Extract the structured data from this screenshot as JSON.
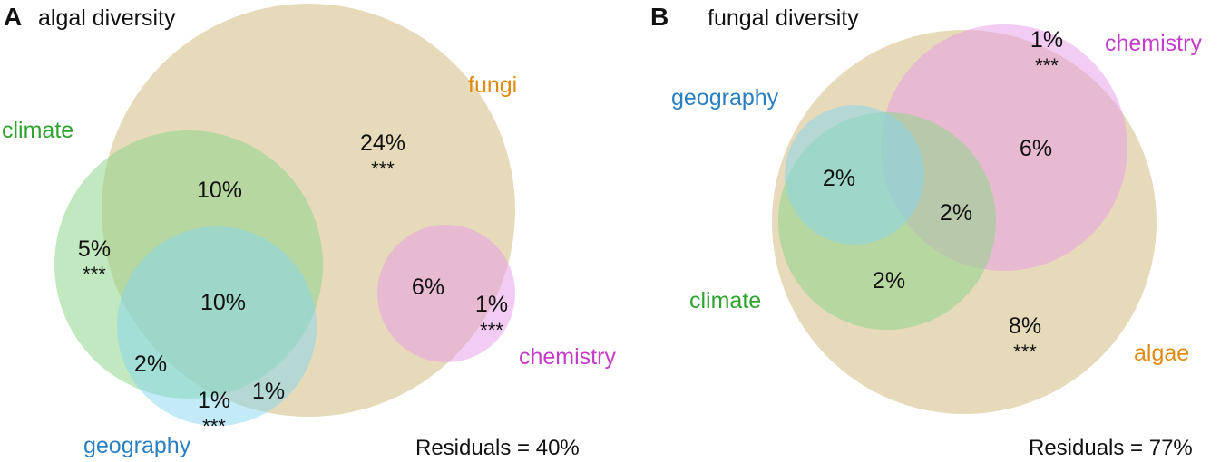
{
  "colors": {
    "fungi_algae": "#d9c38f",
    "climate": "#8fd68a",
    "geography": "#86d6ef",
    "chemistry": "#e79ae8",
    "label_climate": "#2ea32e",
    "label_geography": "#2a7fc0",
    "label_chemistry": "#c43cc8",
    "label_fungi_algae": "#e08a12"
  },
  "panel_a": {
    "letter": "A",
    "title": "algal diversity",
    "labels": {
      "fungi": "fungi",
      "climate": "climate",
      "geography": "geography",
      "chemistry": "chemistry"
    },
    "values": {
      "fungi_only": "24%",
      "fungi_climate": "10%",
      "climate_only": "5%",
      "fungi_climate_geography": "10%",
      "climate_geography": "2%",
      "geography_only": "1%",
      "fungi_geography": "1%",
      "fungi_chemistry": "6%",
      "chemistry_only": "1%"
    },
    "sig": {
      "fungi_only": "***",
      "climate_only": "***",
      "geography_only": "***",
      "chemistry_only": "***"
    },
    "residuals": "Residuals = 40%"
  },
  "panel_b": {
    "letter": "B",
    "title": "fungal diversity",
    "labels": {
      "geography": "geography",
      "chemistry": "chemistry",
      "climate": "climate",
      "algae": "algae"
    },
    "values": {
      "chemistry_only": "1%",
      "algae_chemistry": "6%",
      "geography_climate_algae": "2%",
      "center": "2%",
      "climate_algae": "2%",
      "algae_only": "8%"
    },
    "sig": {
      "chemistry_only": "***",
      "algae_only": "***"
    },
    "residuals": "Residuals = 77%"
  }
}
